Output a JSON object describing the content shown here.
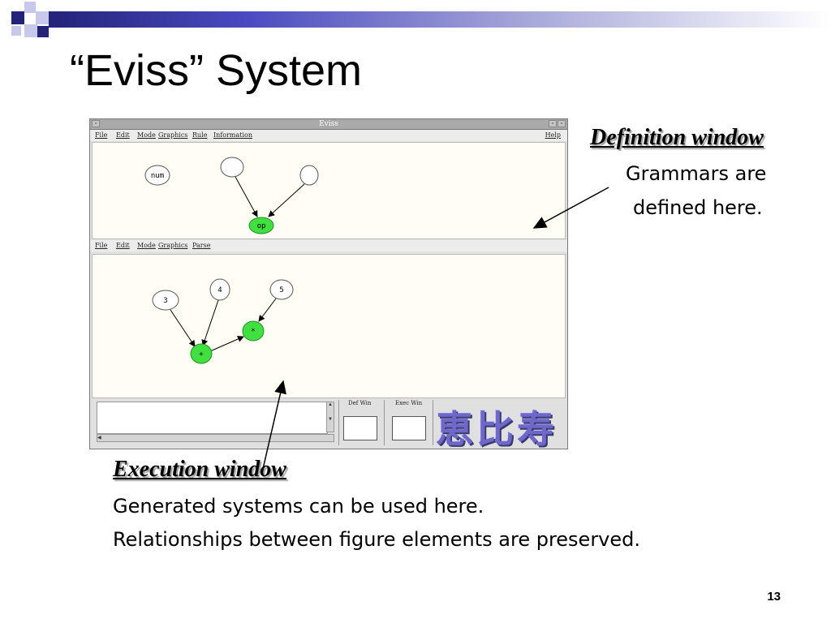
{
  "slide": {
    "title": "“Eviss” System",
    "page_number": "13"
  },
  "window": {
    "title": "Eviss",
    "definition_menu": [
      "File",
      "Edit",
      "Mode",
      "Graphics",
      "Rule",
      "Information"
    ],
    "definition_help": "Help",
    "execution_menu": [
      "File",
      "Edit",
      "Mode",
      "Graphics",
      "Parse"
    ],
    "definition_nodes": {
      "num": "num",
      "op": "op"
    },
    "execution_nodes": {
      "n3": "3",
      "n4": "4",
      "n5": "5",
      "plus": "+",
      "times": "*"
    },
    "def_win_label": "Def Win",
    "exec_win_label": "Exec Win",
    "logo_text": "恵比寿"
  },
  "annotations": {
    "definition": {
      "heading": "Definition window",
      "line1": "Grammars are",
      "line2": "defined here."
    },
    "execution": {
      "heading": "Execution window",
      "line1": "Generated systems can be used here.",
      "line2": "Relationships between figure elements are preserved."
    }
  },
  "colors": {
    "node_green": "#40e040",
    "title_bar_blue": "#23237a"
  }
}
